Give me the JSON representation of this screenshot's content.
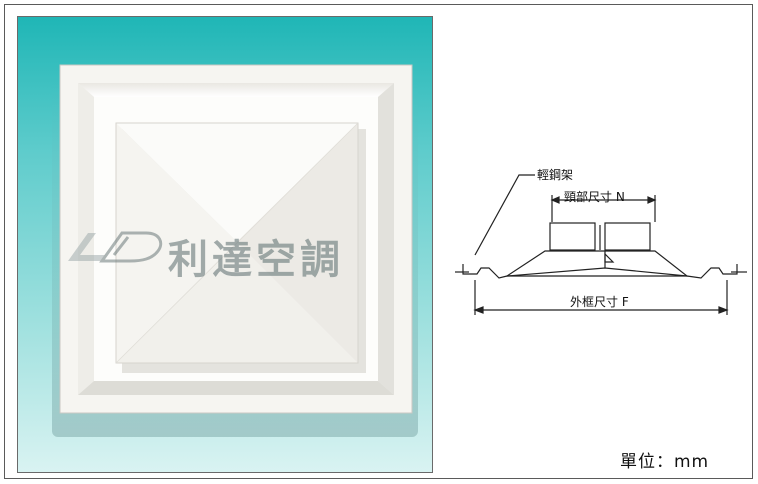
{
  "photo": {
    "watermark_text": "利達空調",
    "watermark_logo": "LD"
  },
  "diagram": {
    "label_frame": "輕鋼架",
    "label_neck": "頸部尺寸 N",
    "label_outer": "外框尺寸 F"
  },
  "unit": "單位：mm",
  "colors": {
    "teal_background": "#1fb6b6",
    "diffuser_white": "#f3f2ee",
    "line_art": "#222222"
  }
}
